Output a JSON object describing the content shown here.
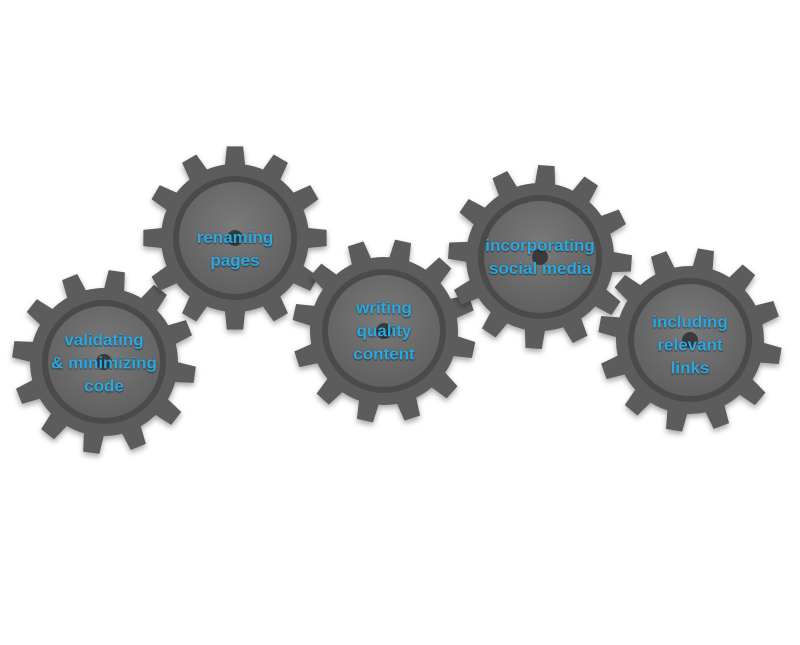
{
  "colors": {
    "gear_outer": "#5b5b5b",
    "gear_rim": "#4a4a4a",
    "gear_hub": "#6e6e6e",
    "label": "#2aa8df"
  },
  "gears": [
    {
      "id": "validating",
      "icon": "gear-icon",
      "lines": [
        "validating",
        "& minimizing",
        "code"
      ]
    },
    {
      "id": "renaming",
      "icon": "gear-icon",
      "lines": [
        "renaming",
        "pages"
      ]
    },
    {
      "id": "writing",
      "icon": "gear-icon",
      "lines": [
        "writing",
        "quality",
        "content"
      ]
    },
    {
      "id": "social",
      "icon": "gear-icon",
      "lines": [
        "incorporating",
        "social media"
      ]
    },
    {
      "id": "links",
      "icon": "gear-icon",
      "lines": [
        "including",
        "relevant",
        "links"
      ]
    }
  ]
}
